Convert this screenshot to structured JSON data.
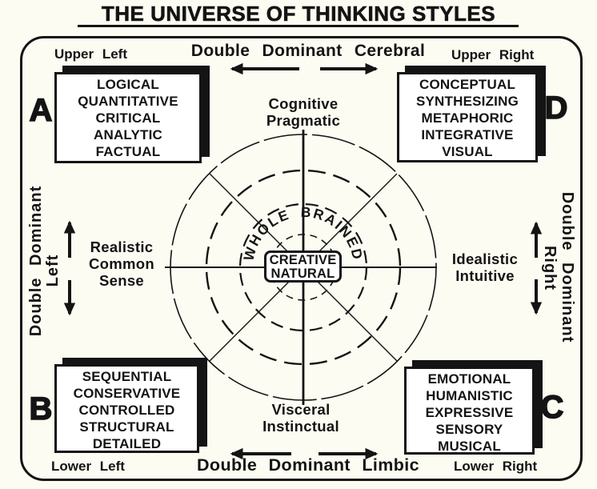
{
  "title": "THE UNIVERSE OF THINKING STYLES",
  "colors": {
    "ink": "#141414",
    "background": "#fcfcf2",
    "box_fill": "#ffffff"
  },
  "edge_labels": {
    "upper_left": "Upper Left",
    "upper_right": "Upper Right",
    "lower_left": "Lower Left",
    "lower_right": "Lower Right",
    "top_banner": "Double Dominant Cerebral",
    "bottom_banner": "Double Dominant Limbic",
    "left_vertical": "Double Dominant",
    "left_vertical_inner": "Left",
    "right_vertical": "Double Dominant",
    "right_vertical_inner": "Right"
  },
  "axis_labels": {
    "top": [
      "Cognitive",
      "Pragmatic"
    ],
    "bottom": [
      "Visceral",
      "Instinctual"
    ],
    "left": [
      "Realistic",
      "Common",
      "Sense"
    ],
    "right": [
      "Idealistic",
      "Intuitive"
    ]
  },
  "quadrants": {
    "A": {
      "letter": "A",
      "traits": [
        "LOGICAL",
        "QUANTITATIVE",
        "CRITICAL",
        "ANALYTIC",
        "FACTUAL"
      ]
    },
    "B": {
      "letter": "B",
      "traits": [
        "SEQUENTIAL",
        "CONSERVATIVE",
        "CONTROLLED",
        "STRUCTURAL",
        "DETAILED"
      ]
    },
    "C": {
      "letter": "C",
      "traits": [
        "EMOTIONAL",
        "HUMANISTIC",
        "EXPRESSIVE",
        "SENSORY",
        "MUSICAL"
      ]
    },
    "D": {
      "letter": "D",
      "traits": [
        "CONCEPTUAL",
        "SYNTHESIZING",
        "METAPHORIC",
        "INTEGRATIVE",
        "VISUAL"
      ]
    }
  },
  "center": {
    "ring_text": "WHOLE BRAINED",
    "core": [
      "CREATIVE",
      "NATURAL"
    ]
  }
}
